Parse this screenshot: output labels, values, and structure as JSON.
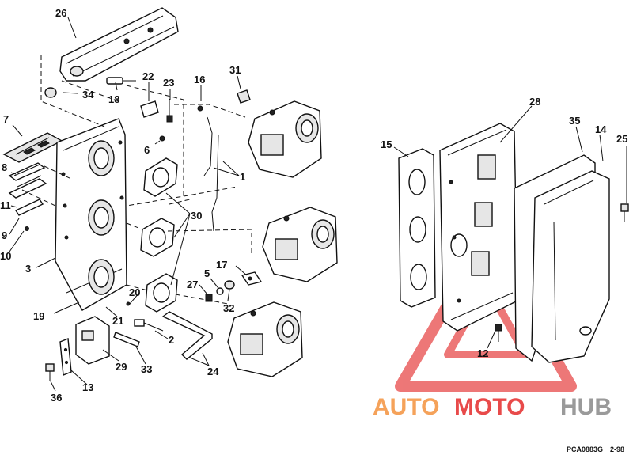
{
  "labels": [
    {
      "text": "26"
    },
    {
      "text": "18"
    },
    {
      "text": "34"
    },
    {
      "text": "22"
    },
    {
      "text": "23"
    },
    {
      "text": "16"
    },
    {
      "text": "31"
    },
    {
      "text": "7"
    },
    {
      "text": "6"
    },
    {
      "text": "8"
    },
    {
      "text": "11"
    },
    {
      "text": "9"
    },
    {
      "text": "10"
    },
    {
      "text": "3"
    },
    {
      "text": "1"
    },
    {
      "text": "30"
    },
    {
      "text": "17"
    },
    {
      "text": "5"
    },
    {
      "text": "27"
    },
    {
      "text": "32"
    },
    {
      "text": "20"
    },
    {
      "text": "19"
    },
    {
      "text": "21"
    },
    {
      "text": "2"
    },
    {
      "text": "29"
    },
    {
      "text": "33"
    },
    {
      "text": "24"
    },
    {
      "text": "13"
    },
    {
      "text": "36"
    },
    {
      "text": "15"
    },
    {
      "text": "28"
    },
    {
      "text": "35"
    },
    {
      "text": "14"
    },
    {
      "text": "25"
    },
    {
      "text": "12"
    }
  ],
  "watermark": {
    "part1": "AUTO",
    "part2": "MOTO",
    "part3": "HUB",
    "color_orange": "#f5a25a",
    "color_red": "#e84a4a",
    "color_gray": "#9a9a9a"
  },
  "footer": {
    "code": "PCA0883G",
    "page": "2-98"
  }
}
